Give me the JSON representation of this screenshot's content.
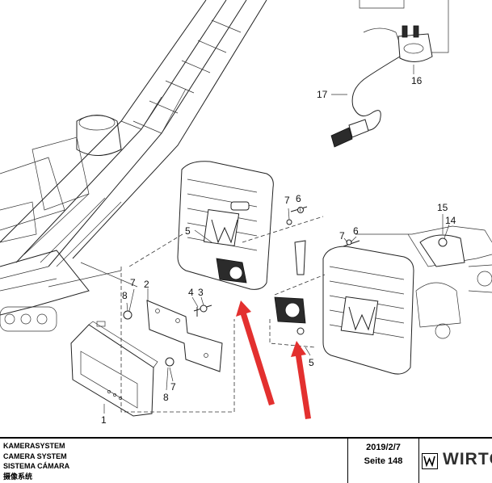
{
  "callouts": {
    "c1": "1",
    "c2": "2",
    "c4": "4",
    "c3": "3",
    "c5a": "5",
    "c5b": "5",
    "c6a": "6",
    "c6b": "6",
    "c7a": "7",
    "c7b": "7",
    "c7c": "7",
    "c7d": "7",
    "c8a": "8",
    "c8b": "8",
    "c14": "14",
    "c15": "15",
    "c16": "16",
    "c17": "17"
  },
  "titleblock": {
    "title_de": "KAMERASYSTEM",
    "title_en": "CAMERA SYSTEM",
    "title_es": "SISTEMA CÁMARA",
    "title_zh": "摄像系统",
    "date": "2019/2/7",
    "page": "Seite 148",
    "brand": "WIRTGEN"
  },
  "colors": {
    "arrow": "#e3302f",
    "line": "#222222"
  }
}
